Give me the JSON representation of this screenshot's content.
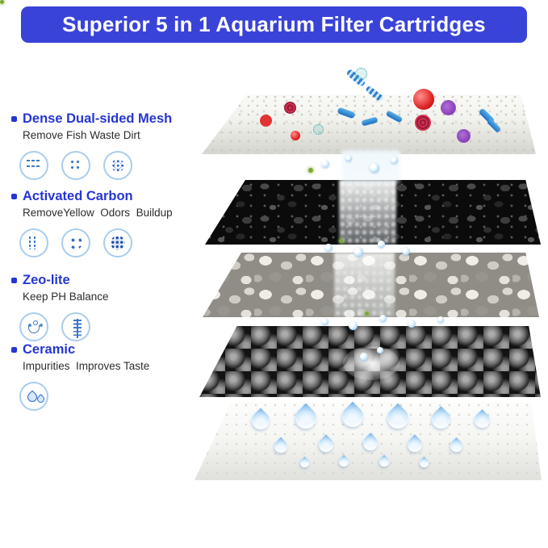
{
  "header": {
    "title": "Superior 5 in 1 Aquarium Filter Cartridges"
  },
  "colors": {
    "accent_blue": "#2636d2",
    "banner_bg": "#3a43d8",
    "icon_blue": "#3a78c8"
  },
  "features": [
    {
      "title": "Dense Dual-sided Mesh",
      "subtitle": "Remove Fish Waste Dirt",
      "icons": [
        "airflow-icon",
        "particles-icon",
        "germ-icon"
      ]
    },
    {
      "title": "Activated Carbon",
      "subtitle": "RemoveYellow  Odors  Buildup",
      "icons": [
        "pores-icon",
        "dots-icon",
        "cluster-icon"
      ]
    },
    {
      "title": "Zeo-lite",
      "subtitle": "Keep PH Balance",
      "icons": [
        "bubbles-icon",
        "ph-scale-icon"
      ]
    },
    {
      "title": "Ceramic",
      "subtitle": "Impurities  Improves Taste",
      "icons": [
        "water-drops-icon"
      ]
    }
  ],
  "layers": [
    {
      "name": "dense-mesh-layer"
    },
    {
      "name": "activated-carbon-layer"
    },
    {
      "name": "zeolite-layer"
    },
    {
      "name": "ceramic-layer"
    },
    {
      "name": "filtered-water-layer"
    }
  ]
}
